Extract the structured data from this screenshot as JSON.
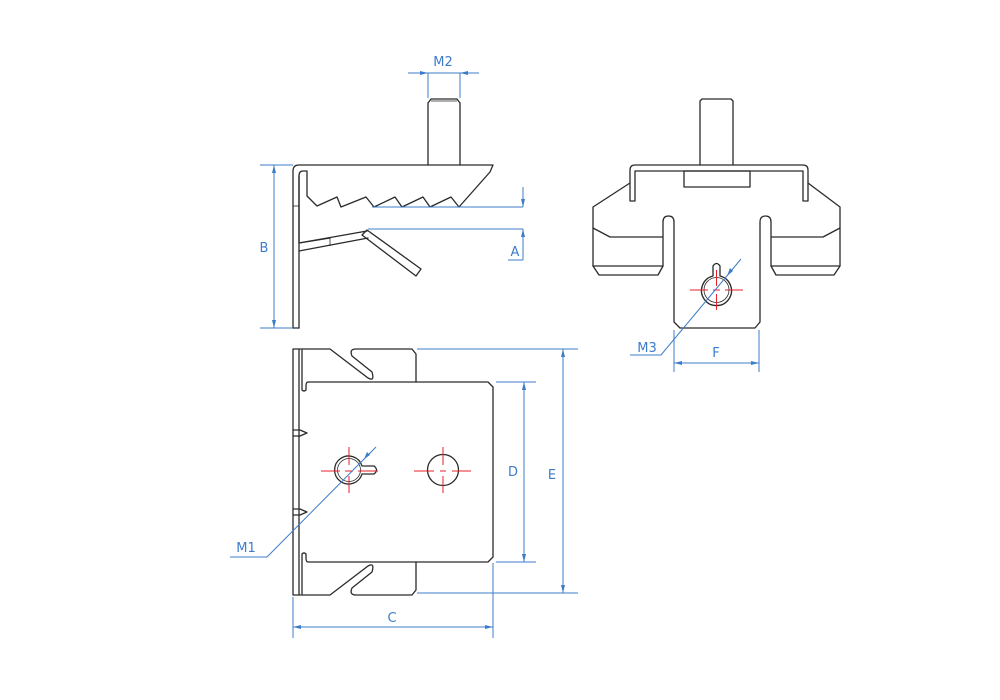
{
  "drawing": {
    "labels": {
      "m1": "M1",
      "m2": "M2",
      "m3": "M3",
      "a": "A",
      "b": "B",
      "c": "C",
      "d": "D",
      "e": "E",
      "f": "F"
    },
    "colors": {
      "dimension": "#3d7cc9",
      "centerline": "#e8202a",
      "outline": "#2a2a2a"
    }
  }
}
